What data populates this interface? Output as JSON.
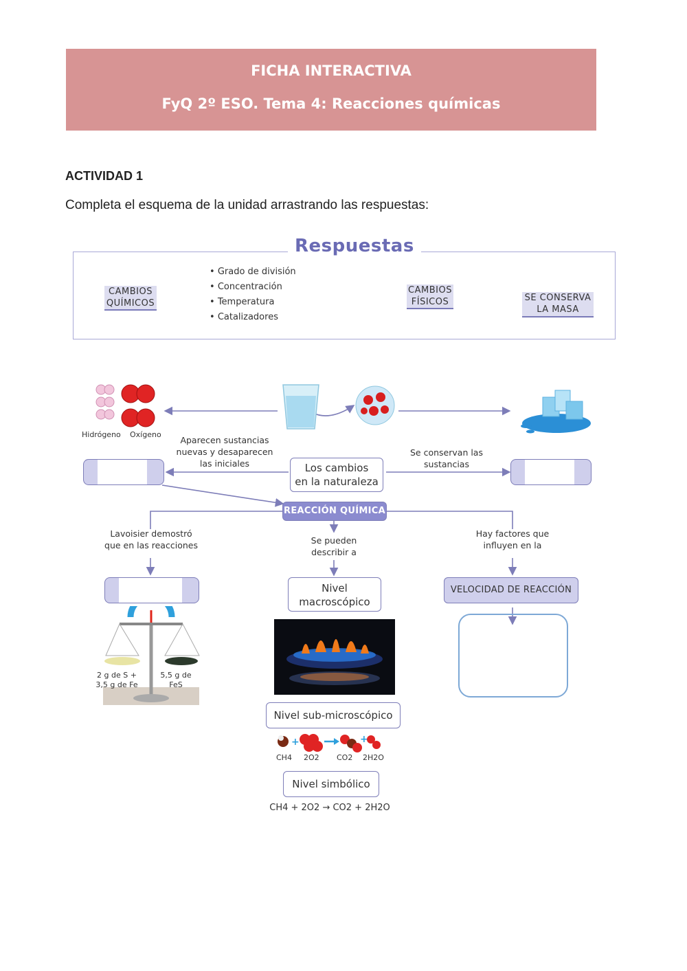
{
  "header": {
    "line1": "FICHA INTERACTIVA",
    "line2": "FyQ 2º ESO. Tema 4: Reacciones químicas"
  },
  "activity": {
    "title": "ACTIVIDAD 1",
    "instruction": "Completa el esquema de la unidad arrastrando las respuestas:"
  },
  "answers": {
    "title": "Respuestas",
    "chip_quimicos": [
      "CAMBIOS",
      "QUÍMICOS"
    ],
    "chip_fisicos": [
      "CAMBIOS",
      "FÍSICOS"
    ],
    "chip_masa": [
      "SE CONSERVA",
      "LA MASA"
    ],
    "bullets": [
      "Grado de división",
      "Concentración",
      "Temperatura",
      "Catalizadores"
    ]
  },
  "diagram": {
    "hidrogeno": "Hidrógeno",
    "oxigeno": "Oxígeno",
    "aparecen": [
      "Aparecen sustancias",
      "nuevas y desaparecen",
      "las iniciales"
    ],
    "conservan": [
      "Se conservan las",
      "sustancias"
    ],
    "center": [
      "Los cambios",
      "en la naturaleza"
    ],
    "reaccion": "REACCIÓN QUÍMICA",
    "lavoisier": [
      "Lavoisier demostró",
      "que en las reacciones"
    ],
    "describir": [
      "Se pueden",
      "describir a"
    ],
    "factores": [
      "Hay factores que",
      "influyen en la"
    ],
    "velocidad": "VELOCIDAD DE REACCIÓN",
    "nivel_macro": [
      "Nivel",
      "macroscópico"
    ],
    "nivel_sub": "Nivel sub-microscópico",
    "nivel_simb": "Nivel simbólico",
    "balance_left": [
      "2 g de S +",
      "3,5 g de Fe"
    ],
    "balance_right": [
      "5,5 g de",
      "FeS"
    ],
    "molecules": [
      "CH4",
      "2O2",
      "CO2",
      "2H2O"
    ],
    "equation": "CH4 + 2O2 → CO2 + 2H2O"
  }
}
